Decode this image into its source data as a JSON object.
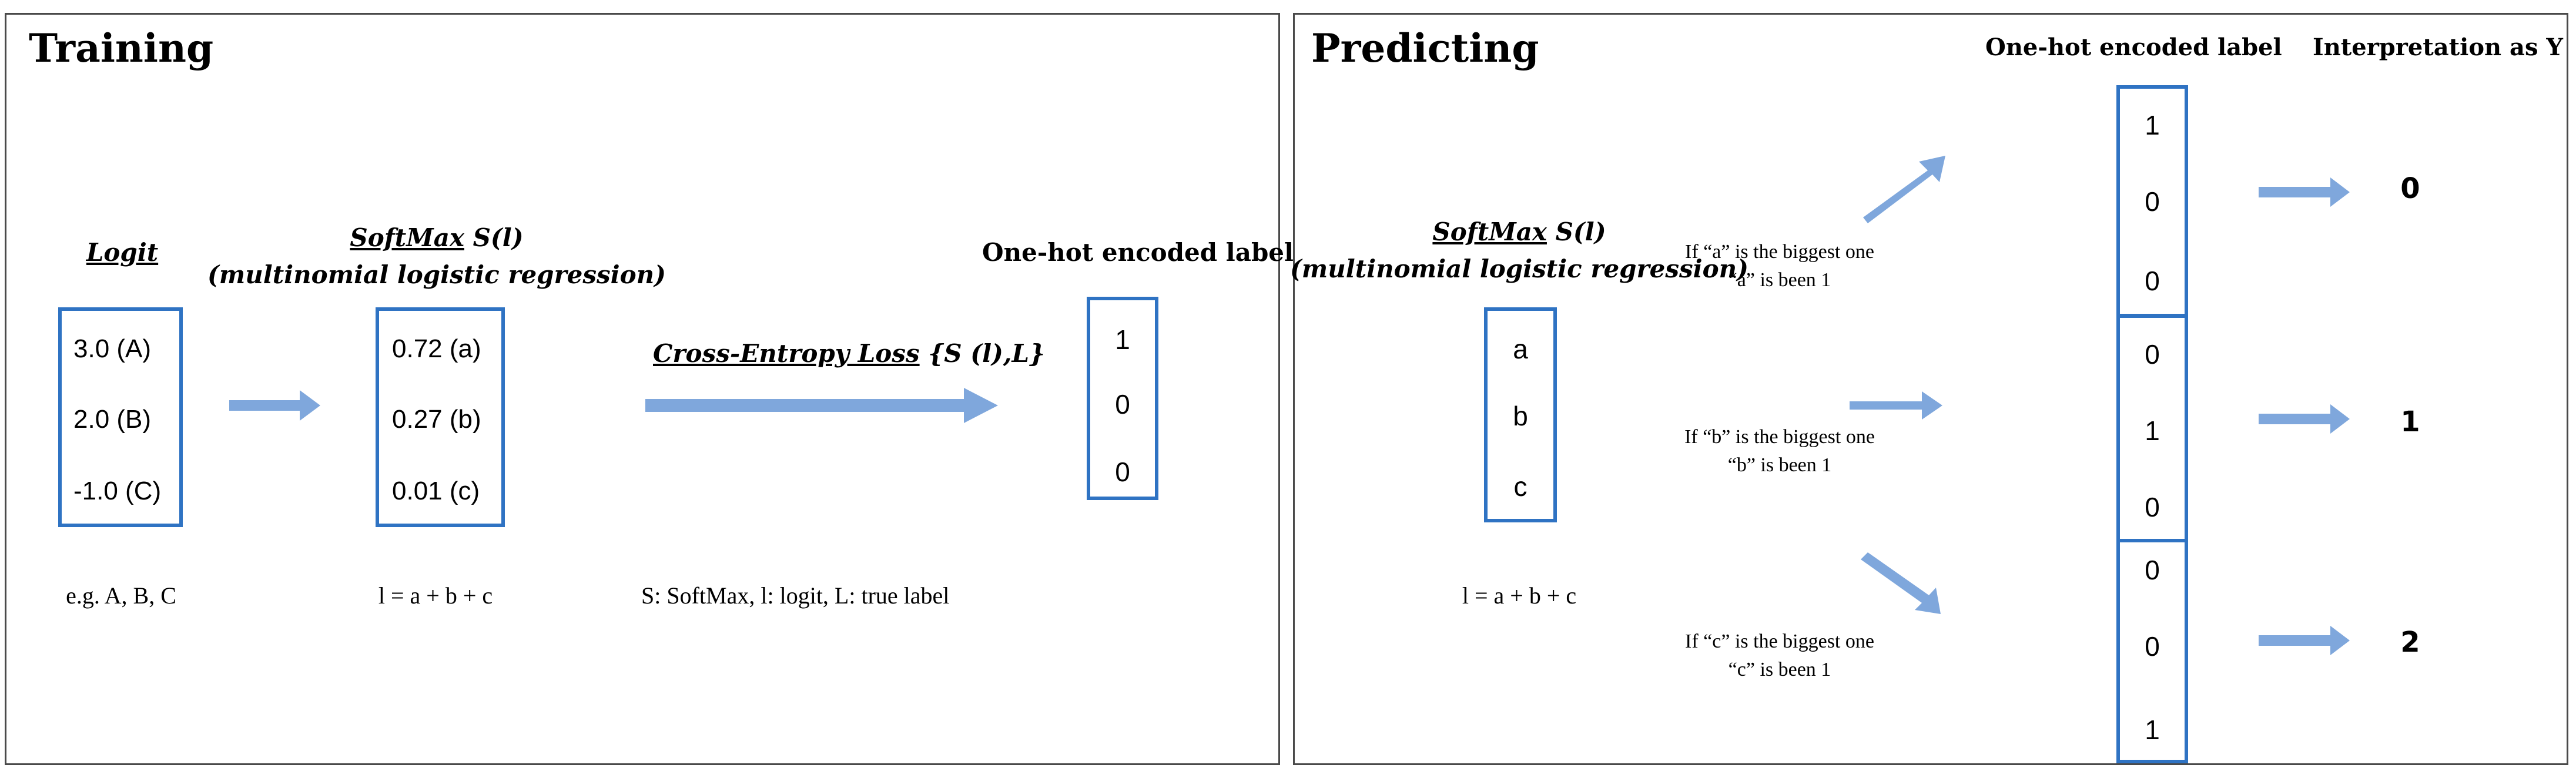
{
  "training": {
    "title": "Training",
    "logit_header": "Logit",
    "logit_values": [
      "3.0 (A)",
      "2.0 (B)",
      "-1.0 (C)"
    ],
    "logit_caption": "e.g. A, B, C",
    "softmax_header_underlined": "SoftMax",
    "softmax_header_rest": " S(l)",
    "softmax_subheader": "(multinomial logistic regression)",
    "softmax_values": [
      "0.72 (a)",
      "0.27 (b)",
      "0.01 (c)"
    ],
    "softmax_caption": "l = a + b + c",
    "loss_label_underlined": "Cross-Entropy Loss",
    "loss_label_rest": " {S (l),L}",
    "loss_caption": "S: SoftMax, l: logit, L: true label",
    "onehot_header": "One-hot encoded label",
    "onehot_values": [
      "1",
      "0",
      "0"
    ]
  },
  "predicting": {
    "title": "Predicting",
    "softmax_header_underlined": "SoftMax",
    "softmax_header_rest": " S(l)",
    "softmax_subheader": "(multinomial logistic regression)",
    "softmax_values": [
      "a",
      "b",
      "c"
    ],
    "softmax_caption": "l = a + b + c",
    "onehot_header": "One-hot encoded label",
    "interpretation_header": "Interpretation as Y",
    "rules": [
      {
        "line1": "If “a” is the biggest one",
        "line2": "“a” is been 1",
        "onehot": [
          "1",
          "0",
          "0"
        ],
        "y": "0"
      },
      {
        "line1": "If “b” is the biggest one",
        "line2": "“b” is been 1",
        "onehot": [
          "0",
          "1",
          "0"
        ],
        "y": "1"
      },
      {
        "line1": "If “c” is the biggest one",
        "line2": "“c” is been 1",
        "onehot": [
          "0",
          "0",
          "1"
        ],
        "y": "2"
      }
    ]
  },
  "colors": {
    "box_border": "#2f73c3",
    "arrow": "#7fa7dc",
    "panel_border": "#4a4a4a"
  }
}
